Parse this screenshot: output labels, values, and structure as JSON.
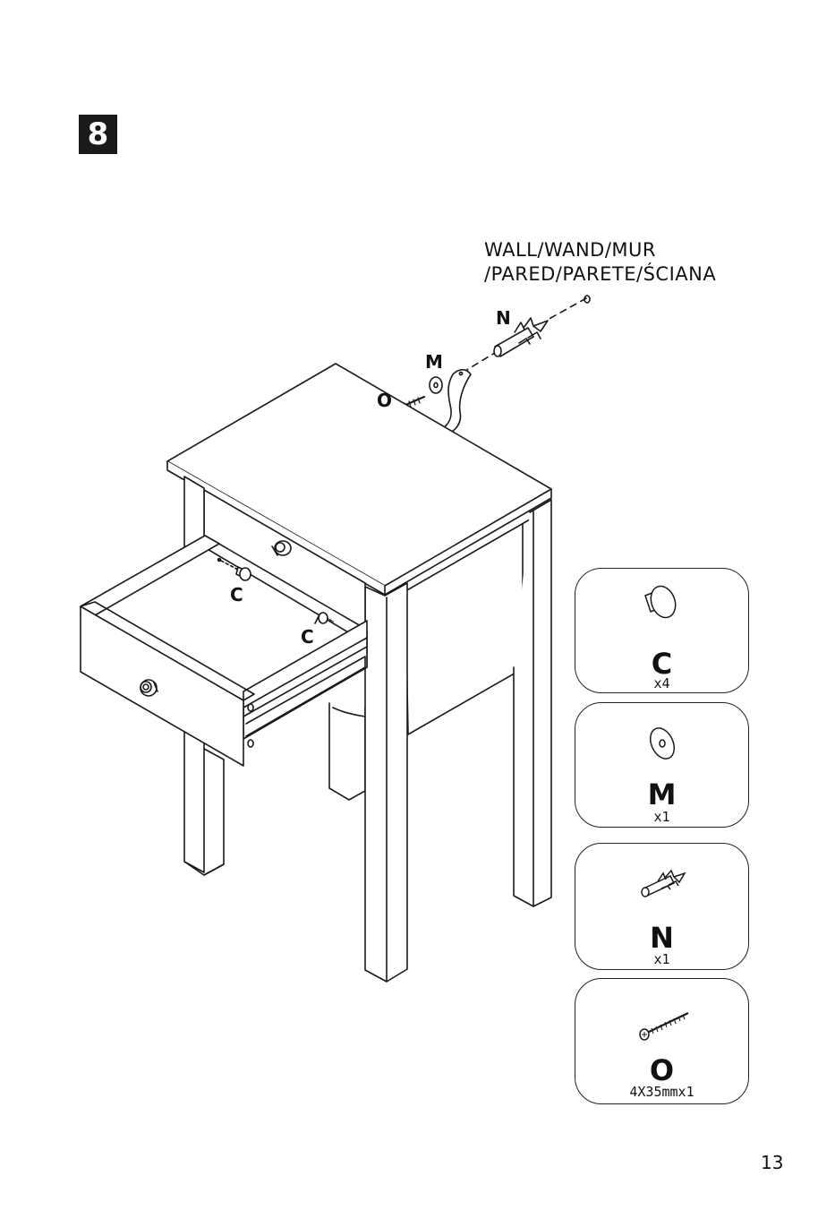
{
  "step": {
    "number": "8"
  },
  "wall_label": {
    "line1": "WALL/WAND/MUR",
    "line2": "/PARED/PARETE/ŚCIANA"
  },
  "callouts": {
    "n": "N",
    "m": "M",
    "o": "O",
    "c1": "C",
    "c2": "C"
  },
  "parts": [
    {
      "letter": "C",
      "qty": "x4",
      "icon": "knob-icon"
    },
    {
      "letter": "M",
      "qty": "x1",
      "icon": "washer-icon"
    },
    {
      "letter": "N",
      "qty": "x1",
      "icon": "wall-plug-icon"
    },
    {
      "letter": "O",
      "qty": "4X35mmx1",
      "icon": "screw-icon"
    }
  ],
  "page": {
    "number": "13"
  }
}
